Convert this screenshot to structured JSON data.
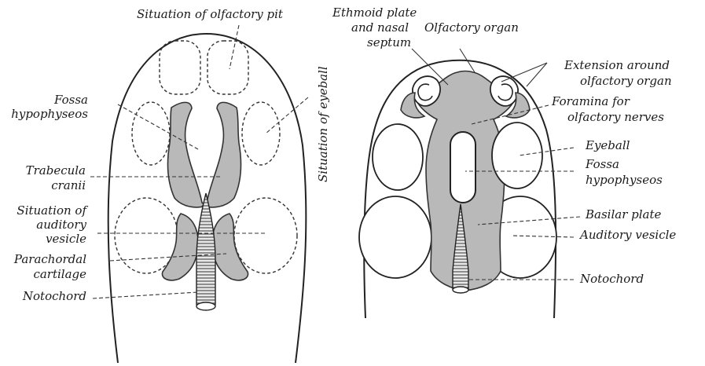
{
  "left_figure": {
    "labels": {
      "olfactory_pit": "Situation of olfactory pit",
      "eyeball": "Situation of eyeball",
      "fossa_1": "Fossa",
      "fossa_2": "hypophyseos",
      "trabecula_1": "Trabecula",
      "trabecula_2": "cranii",
      "auditory_1": "Situation of",
      "auditory_2": "auditory",
      "auditory_3": "vesicle",
      "parachordal_1": "Parachordal",
      "parachordal_2": "cartilage",
      "notochord": "Notochord"
    }
  },
  "right_figure": {
    "labels": {
      "ethmoid_1": "Ethmoid plate",
      "ethmoid_2": "and nasal",
      "ethmoid_3": "septum",
      "olfactory_organ": "Olfactory organ",
      "extension_1": "Extension around",
      "extension_2": "olfactory organ",
      "foramina_1": "Foramina for",
      "foramina_2": "olfactory nerves",
      "eyeball": "Eyeball",
      "fossa_1": "Fossa",
      "fossa_2": "hypophyseos",
      "basilar": "Basilar plate",
      "auditory": "Auditory vesicle",
      "notochord": "Notochord"
    }
  }
}
